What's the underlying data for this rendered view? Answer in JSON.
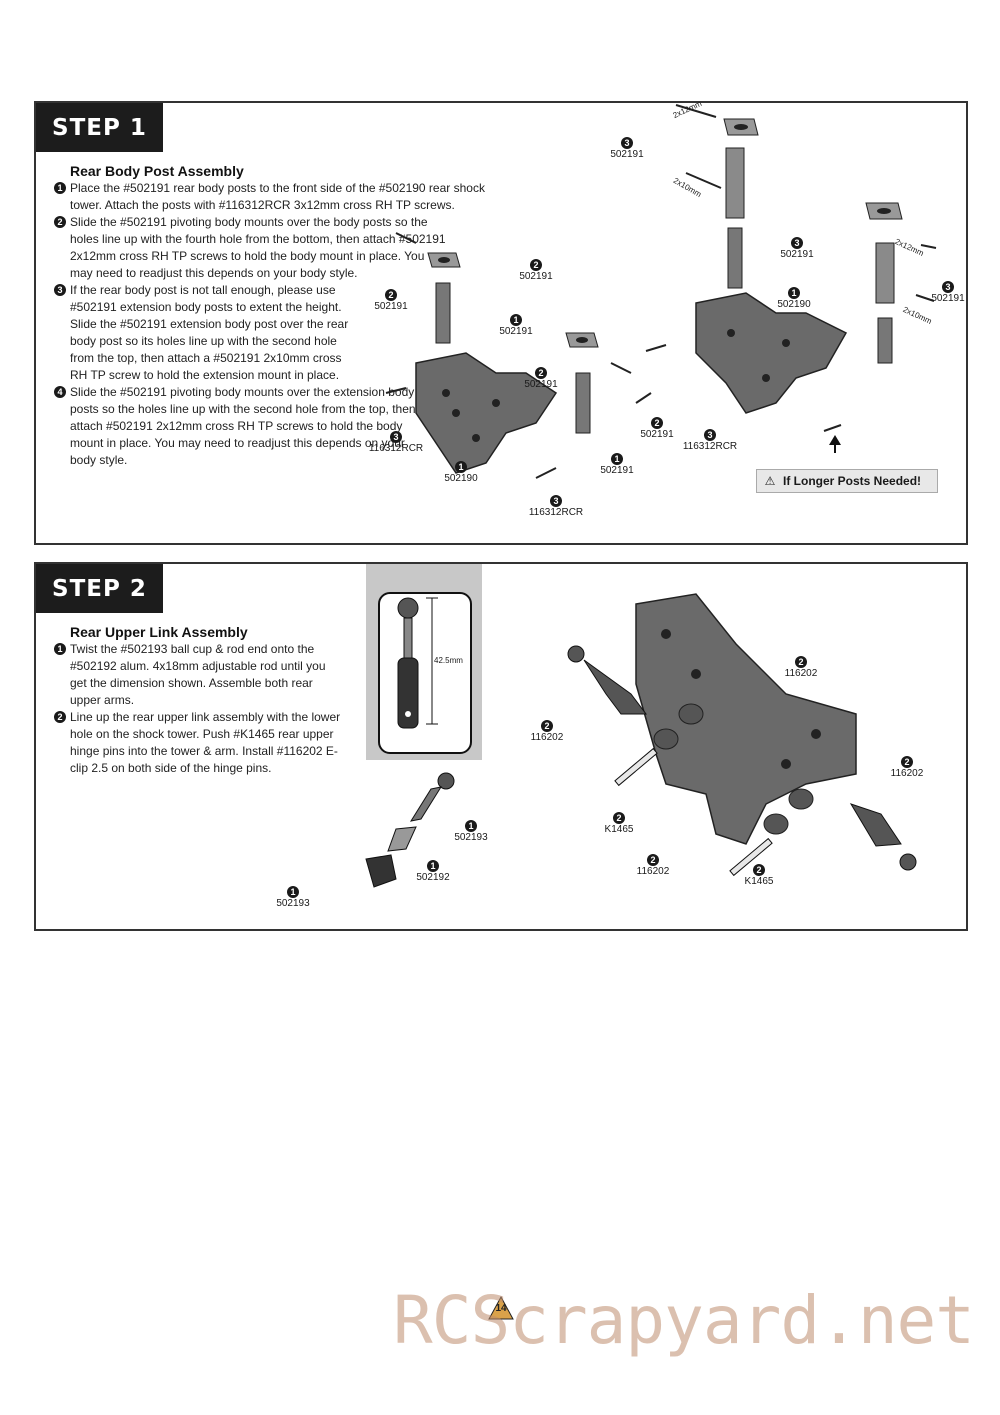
{
  "step1": {
    "tab": "STEP 1",
    "title": "Rear Body Post Assembly",
    "items": [
      {
        "num": "1",
        "text": "Place the #502191 rear body posts to the front side of the #502190 rear shock tower.  Attach the posts with #116312RCR 3x12mm cross RH TP screws."
      },
      {
        "num": "2",
        "text": "Slide the #502191 pivoting body mounts over the body posts so the holes line up with the fourth hole from the bottom, then attach #502191 2x12mm cross RH TP screws to hold the body mount in place.  You may need to readjust this depends on your body style."
      },
      {
        "num": "3",
        "text": "If the rear body post is not tall enough, please use #502191 extension body posts to extent the height.  Slide the #502191 extension body post over the rear body post so its holes line up with the second hole from the top, then attach a #502191 2x10mm cross RH TP screw to hold the extension mount in place."
      },
      {
        "num": "4",
        "text": "Slide the #502191 pivoting body mounts over the extension body posts so the holes line up with the second hole from the top, then attach #502191 2x12mm cross RH TP screws to hold the body mount in place.  You may need to readjust this depends on your body style."
      }
    ],
    "callouts_left": [
      {
        "num": "2",
        "part": "502191"
      },
      {
        "num": "2",
        "part": "502191"
      },
      {
        "num": "1",
        "part": "502191"
      },
      {
        "num": "2",
        "part": "502191"
      },
      {
        "num": "2",
        "part": "502191"
      },
      {
        "num": "1",
        "part": "502191"
      },
      {
        "num": "3",
        "part": "116312RCR"
      },
      {
        "num": "1",
        "part": "502190"
      },
      {
        "num": "3",
        "part": "116312RCR"
      }
    ],
    "callouts_right": [
      {
        "num": "3",
        "part": "502191"
      },
      {
        "num": "3",
        "part": "502191"
      },
      {
        "num": "3",
        "part": "502191"
      },
      {
        "num": "1",
        "part": "502190"
      },
      {
        "num": "3",
        "part": "116312RCR"
      }
    ],
    "dims": [
      "2x12mm",
      "2x10mm",
      "2x12mm",
      "2x10mm"
    ],
    "warning": "If Longer Posts Needed!"
  },
  "step2": {
    "tab": "STEP 2",
    "title": "Rear Upper Link Assembly",
    "items": [
      {
        "num": "1",
        "text": "Twist the #502193 ball cup & rod end onto the #502192 alum. 4x18mm adjustable rod until you get the dimension shown.  Assemble both rear upper arms."
      },
      {
        "num": "2",
        "text": "Line up the rear upper link assembly with the lower hole on the shock tower.  Push #K1465 rear upper hinge pins into the tower & arm. Install #116202 E-clip 2.5 on both side of the hinge pins."
      }
    ],
    "inset_dim": "42.5mm",
    "callouts_link": [
      {
        "num": "1",
        "part": "502193"
      },
      {
        "num": "1",
        "part": "502192"
      },
      {
        "num": "1",
        "part": "502193"
      }
    ],
    "callouts_tower": [
      {
        "num": "2",
        "part": "116202"
      },
      {
        "num": "2",
        "part": "116202"
      },
      {
        "num": "2",
        "part": "116202"
      },
      {
        "num": "2",
        "part": "K1465"
      },
      {
        "num": "2",
        "part": "116202"
      },
      {
        "num": "2",
        "part": "K1465"
      }
    ]
  },
  "page_number": "14",
  "watermark": "RCScrapyard.net"
}
